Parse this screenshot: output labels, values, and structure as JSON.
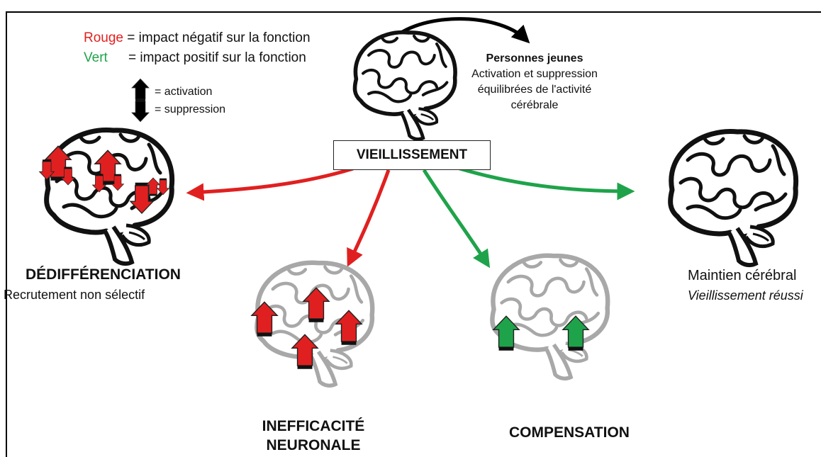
{
  "legend": {
    "rouge_word": "Rouge",
    "rouge_text": " = impact négatif sur la fonction",
    "vert_word": "Vert",
    "vert_text": "= impact positif sur la fonction",
    "activation": "= activation",
    "suppression": "= suppression"
  },
  "young": {
    "title": "Personnes jeunes",
    "line1": "Activation et suppression",
    "line2": "équilibrées de l'activité",
    "line3": "cérébrale"
  },
  "center": {
    "label": "VIEILLISSEMENT"
  },
  "dedifferenciation": {
    "title": "DÉDIFFÉRENCIATION",
    "subtitle": "Recrutement non sélectif"
  },
  "inefficacite": {
    "line1": "INEFFICACITÉ",
    "line2": "NEURONALE"
  },
  "compensation": {
    "title": "COMPENSATION"
  },
  "maintien": {
    "title": "Maintien cérébral",
    "subtitle": "Vieillissement réussi"
  },
  "colors": {
    "red": "#e02020",
    "green": "#1fa34a",
    "black": "#000000",
    "brain_gray": "#a8a8a8"
  }
}
